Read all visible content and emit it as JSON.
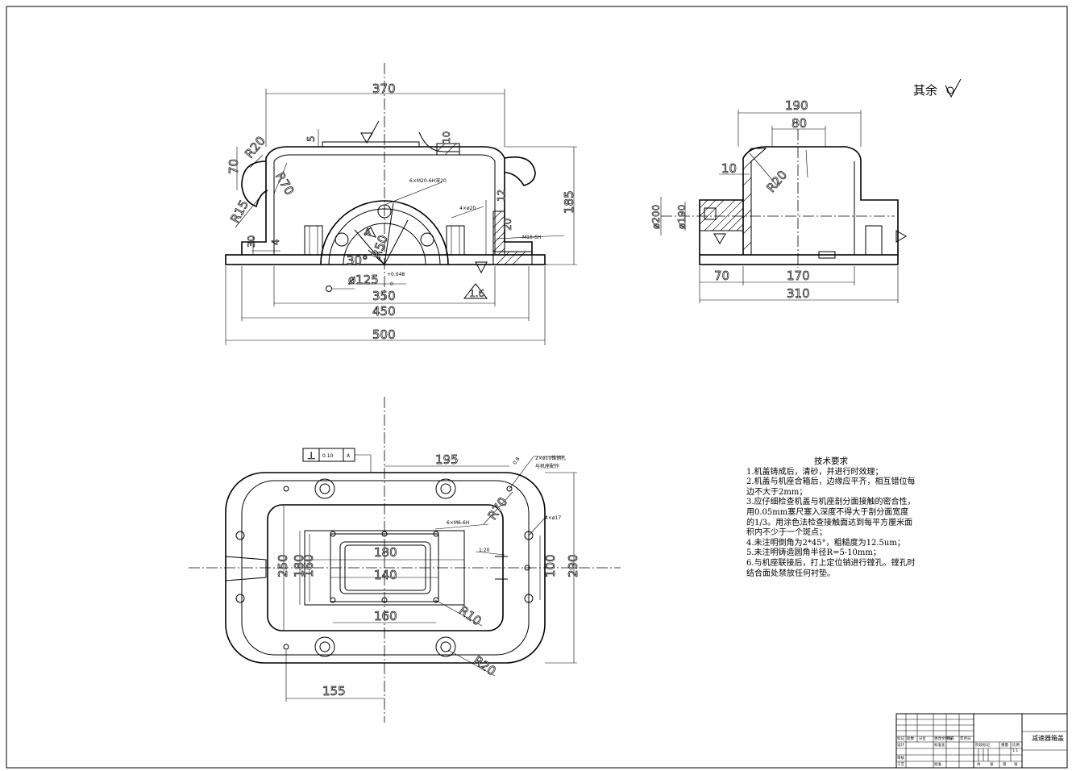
{
  "drawing": {
    "part_name": "减速器箱盖",
    "finish_note": "其余",
    "tech_requirements": {
      "title": "技术要求",
      "items": [
        "1.机盖铸成后，清砂，并进行时效理；",
        "2.机盖与机座合箱后，边缘应平齐，相互错位每边不大于2mm；",
        "3.应仔细检查机盖与机座剖分面接触的密合性，用0.05mm塞尺塞入深度不得大于剖分面宽度的1/3。用涂色法检查接触面达到每平方厘米面积内不少于一个斑点；",
        "4.未注明倒角为2*45°，粗糙度为12.5um；",
        "5.未注明铸造圆角半径R=5-10mm；",
        "6.与机座联接后，打上定位销进行镗孔。镗孔时结合面处禁放任何衬垫。"
      ]
    },
    "front_view": {
      "dims": {
        "top_width": "370",
        "height": "185",
        "left_height": "70",
        "r_outer": "R20",
        "r_inner": "R70",
        "r_small": "R15",
        "d30": "30",
        "d4": "4",
        "d5": "5",
        "d10": "10",
        "d12": "12",
        "d20": "20",
        "bore": "ø125",
        "bore_tol_upper": "+0.048",
        "bore_tol_lower": "0",
        "bolt_circle_angle": "30°",
        "w350": "350",
        "w450": "450",
        "w500": "500",
        "roughness": "1.6",
        "thread_note": "6×M20-6H深20",
        "hole_note": "4×ø20",
        "thread_small": "M16-6H",
        "datum": "A",
        "r50": "R50"
      }
    },
    "side_view": {
      "dims": {
        "w190": "190",
        "w80": "80",
        "d10": "10",
        "r20": "R20",
        "d200": "ø200",
        "d190": "ø190",
        "w70": "70",
        "w170": "170",
        "w310": "310"
      }
    },
    "top_view": {
      "dims": {
        "w195": "195",
        "w155": "155",
        "w180": "180",
        "w140": "140",
        "w160": "160",
        "h250": "250",
        "h180": "180",
        "h160": "160",
        "h100": "100",
        "h290": "290",
        "r70": "R70",
        "r10": "R10",
        "r20": "R20",
        "geo_tol_symbol": "⊥",
        "geo_tol_value": "0.10",
        "geo_tol_datum": "A",
        "pin_note_1": "2×ø10锥销孔",
        "pin_note_2": "与机座配作",
        "thread_note": "6×M6-6H",
        "slope_note": "1:20",
        "hole_note": "4×ø17",
        "d08": "0.8"
      }
    },
    "title_block": {
      "labels": [
        "标记",
        "处数",
        "分区",
        "更改文件号",
        "签名",
        "年月日",
        "设计",
        "标准化",
        "审核",
        "工艺",
        "批准",
        "阶段标记",
        "重量",
        "比例",
        "共",
        "张",
        "第",
        "张"
      ],
      "scale": "1:1"
    }
  }
}
